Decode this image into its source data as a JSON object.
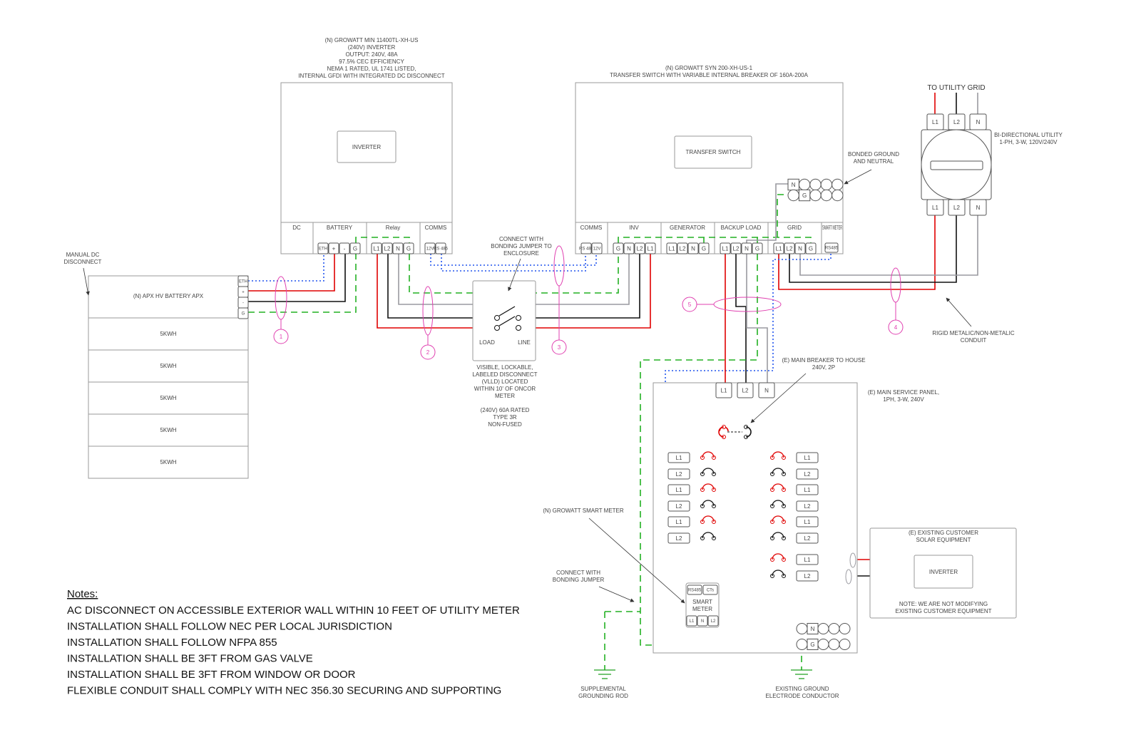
{
  "inverter": {
    "spec": [
      "(N) GROWATT MIN 11400TL-XH-US",
      "(240V) INVERTER",
      "OUTPUT: 240V, 48A",
      "97.5% CEC EFFICIENCY",
      "NEMA 1 RATED, UL 1741 LISTED,",
      "INTERNAL GFDI WITH INTEGRATED DC DISCONNECT"
    ],
    "inner_label": "INVERTER",
    "compartments": [
      "DC",
      "BATTERY",
      "Relay",
      "COMMS"
    ],
    "battery_terminals": [
      "ETH",
      "+",
      "-",
      "G"
    ],
    "relay_terminals": [
      "L1",
      "L2",
      "N",
      "G"
    ],
    "comms_terminals": [
      "12V",
      "RS 485"
    ]
  },
  "transfer_switch": {
    "spec": [
      "(N) GROWATT SYN 200-XH-US-1",
      "TRANSFER SWITCH WITH VARIABLE INTERNAL BREAKER OF 160A-200A"
    ],
    "inner_label": "TRANSFER SWITCH",
    "compartments": [
      "COMMS",
      "INV",
      "GENERATOR",
      "BACKUP LOAD",
      "GRID",
      "SMART METER"
    ],
    "comms_terminals": [
      "RS 485",
      "12V"
    ],
    "inv_terminals": [
      "G",
      "N",
      "L2",
      "L1"
    ],
    "generator_terminals": [
      "L1",
      "L2",
      "N",
      "G"
    ],
    "backup_terminals": [
      "L1",
      "L2",
      "N",
      "G"
    ],
    "grid_terminals": [
      "L1",
      "L2",
      "N",
      "G"
    ],
    "smart_meter_terminals": [
      "RS485"
    ],
    "bus_n": "N",
    "bus_g": "G",
    "bonded_label": [
      "BONDED GROUND",
      "AND NEUTRAL"
    ]
  },
  "battery": {
    "label": "(N) APX HV BATTERY APX",
    "terminals": [
      "ETH",
      "+",
      "-",
      "G"
    ],
    "modules": [
      "5KWH",
      "5KWH",
      "5KWH",
      "5KWH",
      "5KWH"
    ],
    "disconnect_label": [
      "MANUAL DC",
      "DISCONNECT"
    ]
  },
  "disconnect": {
    "jumper_label": [
      "CONNECT WITH",
      "BONDING JUMPER TO",
      "ENCLOSURE"
    ],
    "load": "LOAD",
    "line": "LINE",
    "description": [
      "VISIBLE, LOCKABLE,",
      "LABELED DISCONNECT",
      "(VLLD)  LOCATED",
      "WITHIN 10' OF ONCOR",
      "METER",
      "",
      "(240V) 60A RATED",
      "TYPE 3R",
      "NON-FUSED"
    ]
  },
  "utility": {
    "title": "TO UTILITY GRID",
    "top_terminals": [
      "L1",
      "L2",
      "N"
    ],
    "bottom_terminals": [
      "L1",
      "L2",
      "N"
    ],
    "meter_label": [
      "BI-DIRECTIONAL UTILITY",
      "1-PH, 3-W, 120V/240V"
    ],
    "conduit_label": [
      "RIGID METALIC/NON-METALIC",
      "CONDUIT"
    ]
  },
  "service_panel": {
    "label": [
      "(E) MAIN SERVICE PANEL,",
      "1PH, 3-W, 240V"
    ],
    "main_breaker_label": [
      "(E) MAIN BREAKER TO HOUSE",
      "240V, 2P"
    ],
    "top_terminals": [
      "L1",
      "L2",
      "N"
    ],
    "left_breakers": [
      "L1",
      "L2",
      "L1",
      "L2",
      "L1",
      "L2"
    ],
    "right_breakers": [
      "L1",
      "L2",
      "L1",
      "L2",
      "L1",
      "L2",
      "L1",
      "L2"
    ],
    "bus_n": "N",
    "bus_g": "G"
  },
  "smart_meter": {
    "label": [
      "(N) GROWATT SMART METER"
    ],
    "name": [
      "SMART",
      "METER"
    ],
    "ports": [
      "RS485",
      "CTs"
    ],
    "terminals": [
      "L1",
      "N",
      "L2"
    ]
  },
  "existing_solar": {
    "label": [
      "(E) EXISTING CUSTOMER",
      "SOLAR EQUIPMENT"
    ],
    "inner_label": "INVERTER",
    "note": [
      "NOTE: WE ARE NOT MODIFYING",
      "EXISTING CUSTOMER EQUIPMENT"
    ]
  },
  "grounding": {
    "jumper_label": [
      "CONNECT WITH",
      "BONDING JUMPER"
    ],
    "supplemental": [
      "SUPPLEMENTAL",
      "GROUNDING ROD"
    ],
    "existing": [
      "EXISTING GROUND",
      "ELECTRODE CONDUCTOR"
    ]
  },
  "conduit_markers": [
    "1",
    "2",
    "3",
    "4",
    "5"
  ],
  "notes": {
    "title": "Notes:",
    "items": [
      "AC DISCONNECT ON ACCESSIBLE EXTERIOR WALL WITHIN 10 FEET OF UTILITY METER",
      "INSTALLATION SHALL FOLLOW NEC PER LOCAL JURISDICTION",
      "INSTALLATION SHALL FOLLOW NFPA 855",
      "INSTALLATION SHALL BE 3FT FROM GAS VALVE",
      "INSTALLATION SHALL BE 3FT FROM WINDOW OR DOOR",
      "FLEXIBLE CONDUIT SHALL COMPLY WITH NEC 356.30 SECURING AND SUPPORTING"
    ]
  },
  "colors": {
    "L1": "#e00000",
    "L2": "#111111",
    "N": "#9a9aa0",
    "G": "#22b022",
    "comms": "#2255ee",
    "marker": "#e040b0"
  }
}
